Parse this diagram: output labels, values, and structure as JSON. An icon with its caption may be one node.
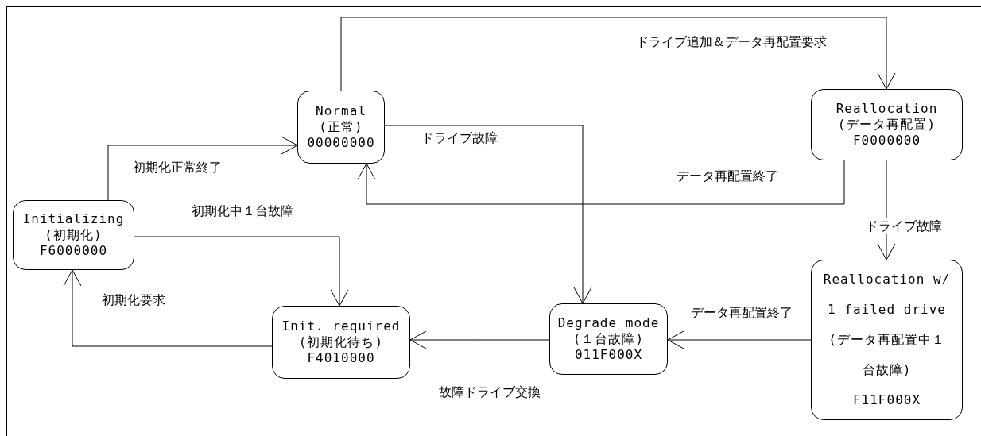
{
  "diagram": {
    "nodes": [
      {
        "text": [
          "Normal",
          "(正常)",
          "00000000"
        ]
      },
      {
        "text": [
          "Reallocation",
          "(データ再配置)",
          "F0000000"
        ]
      },
      {
        "text": [
          "Initializing",
          "(初期化)",
          "F6000000"
        ]
      },
      {
        "text": [
          "Init. required",
          "(初期化待ち)",
          "F4010000"
        ]
      },
      {
        "text": [
          "Degrade mode",
          "(１台故障)",
          "011F000X"
        ]
      },
      {
        "text": [
          "Reallocation w/ 1 failed drive",
          "(データ再配置中１台故障)",
          "F11F000X"
        ]
      }
    ],
    "edges": [
      {
        "from": 0,
        "to": 1,
        "arrow": "to",
        "label": "ドライブ追加＆データ再配置要求"
      },
      {
        "from": 0,
        "to": 4,
        "arrow": "to",
        "label": "ドライブ故障"
      },
      {
        "from": 1,
        "to": 0,
        "arrow": "to",
        "label": "データ再配置終了"
      },
      {
        "from": 1,
        "to": 5,
        "arrow": "to",
        "label": "ドライブ故障"
      },
      {
        "from": 2,
        "to": 0,
        "arrow": "to",
        "label": "初期化正常終了"
      },
      {
        "from": 2,
        "to": 3,
        "arrow": "to",
        "label": "初期化中１台故障"
      },
      {
        "from": 5,
        "to": 4,
        "arrow": "to",
        "label": "データ再配置終了"
      },
      {
        "from": 4,
        "to": 3,
        "arrow": "to",
        "label": "故障ドライブ交換"
      },
      {
        "from": 3,
        "to": 2,
        "arrow": "to",
        "label": "初期化要求"
      }
    ]
  }
}
